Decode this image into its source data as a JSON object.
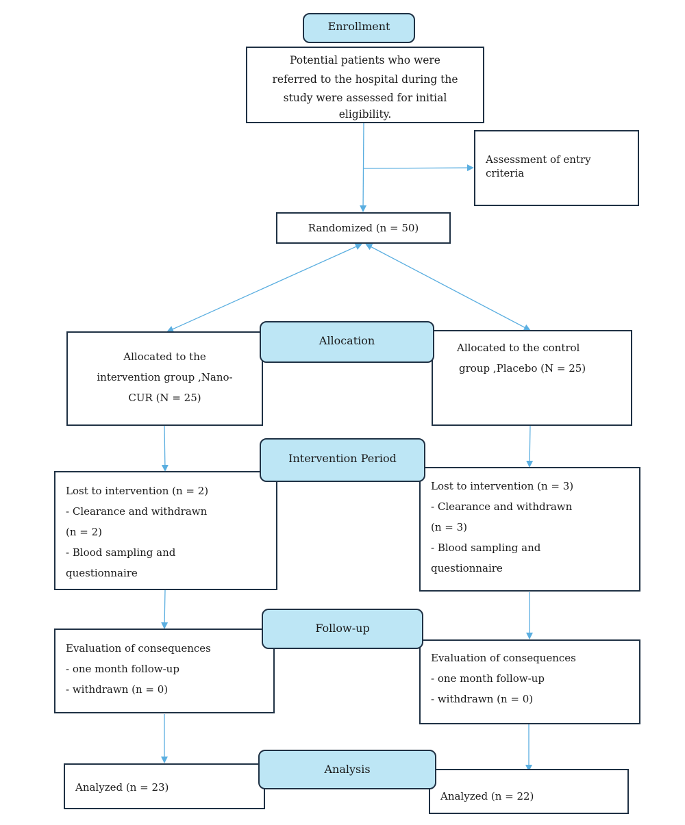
{
  "colors": {
    "arrow": "#5aaee0",
    "box_border": "#1f3144",
    "stage_fill": "#bde6f5"
  },
  "stages": {
    "enrollment": "Enrollment",
    "allocation": "Allocation",
    "intervention_period": "Intervention Period",
    "follow_up": "Follow-up",
    "analysis": "Analysis"
  },
  "screening": {
    "lines": [
      "Potential patients who were",
      "referred to the hospital during the",
      "study were assessed for initial",
      "eligibility."
    ]
  },
  "entry_criteria": {
    "lines": [
      "Assessment of entry",
      "criteria"
    ]
  },
  "randomized": "Randomized (n = 50)",
  "allocation": {
    "left": [
      "Allocated to the",
      "intervention group ,Nano-",
      "CUR (N = 25)"
    ],
    "right": [
      "Allocated to the control",
      "group ,Placebo (N = 25)"
    ]
  },
  "lost": {
    "left": [
      "Lost to intervention (n = 2)",
      "- Clearance and withdrawn",
      "(n = 2)",
      "- Blood sampling and",
      "questionnaire"
    ],
    "right": [
      "Lost to intervention (n = 3)",
      "- Clearance and withdrawn",
      "(n = 3)",
      "- Blood sampling and",
      "questionnaire"
    ]
  },
  "evaluation": {
    "left": [
      "Evaluation of consequences",
      "-  one month follow-up",
      "-  withdrawn (n = 0)"
    ],
    "right": [
      "Evaluation of consequences",
      "-  one month follow-up",
      "-  withdrawn (n = 0)"
    ]
  },
  "analyzed": {
    "left": "Analyzed (n = 23)",
    "right": "Analyzed (n = 22)"
  }
}
